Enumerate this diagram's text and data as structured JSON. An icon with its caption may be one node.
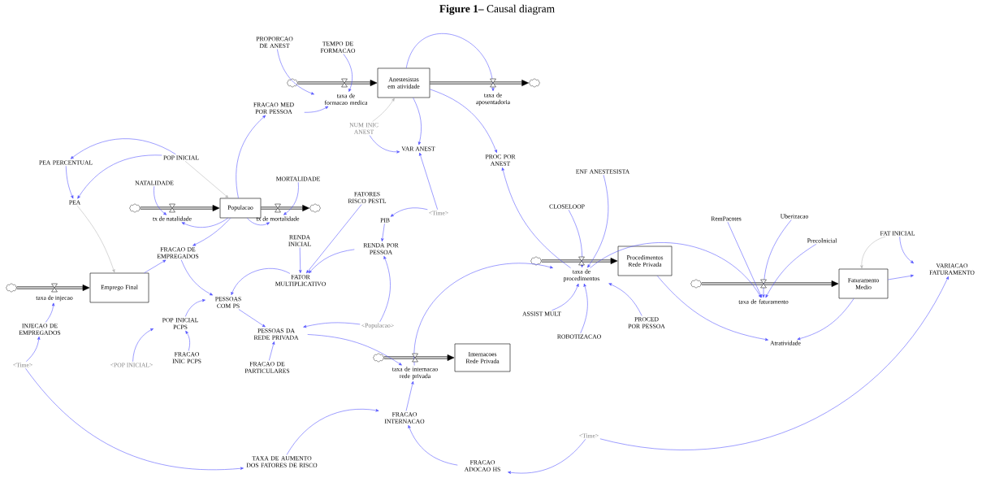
{
  "diagram": {
    "title": "**Figure 1–** Causal diagram",
    "nodes": [
      {
        "text": [
          "PROPORCAO DE ANEST"
        ]
      },
      {
        "text": [
          "TEMPO DE FORMACAO"
        ]
      },
      {
        "text": [],
        "shape": "cloud"
      },
      {
        "text": [
          "Anestesistas em atividade"
        ]
      },
      {
        "text": [],
        "shape": "cloud"
      },
      {
        "text": [
          "taxa de formacao medica"
        ]
      },
      {
        "text": [
          "taxa de aposentadoria"
        ]
      },
      {
        "text": [
          "FRACAO MED POR PESSOA"
        ]
      },
      {
        "text": [
          "NUM INIC ANEST"
        ]
      },
      {
        "text": [
          "VAR ANEST"
        ]
      },
      {
        "text": [
          "PEA PERCENTUAL"
        ]
      },
      {
        "text": [
          "POP INICIAL"
        ]
      },
      {
        "text": [
          "PROC POR ANEST"
        ]
      },
      {
        "text": [
          "ENF ANESTESISTA"
        ]
      },
      {
        "text": [
          "NATALIDADE"
        ]
      },
      {
        "text": [
          "MORTALIDADE"
        ]
      },
      {
        "text": [
          "FATORES RISCO PESTL"
        ]
      },
      {
        "text": [
          "PEA"
        ]
      },
      {
        "text": [],
        "shape": "cloud"
      },
      {
        "text": [
          "Populacao"
        ]
      },
      {
        "text": [],
        "shape": "cloud"
      },
      {
        "text": [
          "CLOSELOOP"
        ]
      },
      {
        "text": [
          "tx de natalidade"
        ]
      },
      {
        "text": [
          "tx de mortalidade"
        ]
      },
      {
        "text": [
          "<Time>"
        ]
      },
      {
        "text": [
          "RemPacotes"
        ]
      },
      {
        "text": [
          "Uberizacao"
        ]
      },
      {
        "text": [
          "PIB"
        ]
      },
      {
        "text": [
          "FAT INICIAL"
        ]
      },
      {
        "text": [
          "PrecoInicial"
        ]
      },
      {
        "text": [
          "RENDA INICIAL"
        ]
      },
      {
        "text": [
          "RENDA POR PESSOA"
        ]
      },
      {
        "text": [
          "FRACAO DE EMPREGADOS"
        ]
      },
      {
        "text": [],
        "shape": "cloud"
      },
      {
        "text": [
          "Procedimentos Rede Privada"
        ]
      },
      {
        "text": [
          "taxa de procedimentos"
        ]
      },
      {
        "text": [
          "VARIACAO FATURAMENTO"
        ]
      },
      {
        "text": [
          "FATOR MULTIPLICATIVO"
        ]
      },
      {
        "text": [],
        "shape": "cloud"
      },
      {
        "text": [
          "Faturamento Medio"
        ]
      },
      {
        "text": [],
        "shape": "cloud"
      },
      {
        "text": [
          "Emprego Final"
        ]
      },
      {
        "text": [
          "taxa de injecao"
        ]
      },
      {
        "text": [
          "taxa de faturamento"
        ]
      },
      {
        "text": [
          "PESSOAS COM PS"
        ]
      },
      {
        "text": [
          "ASSIST MULT"
        ]
      },
      {
        "text": [
          "POP INICIAL PCPS"
        ]
      },
      {
        "text": [
          "PROCED POR PESSOA"
        ]
      },
      {
        "text": [
          "<Populacao>"
        ]
      },
      {
        "text": [
          "INJECAO DE EMPREGADOS"
        ]
      },
      {
        "text": [
          "PESSOAS DA REDE PRIVADA"
        ]
      },
      {
        "text": [
          "ROBOTIZACAO"
        ]
      },
      {
        "text": [
          "Atratividade"
        ]
      },
      {
        "text": [],
        "shape": "cloud"
      },
      {
        "text": [
          "Internacoes Rede Privada"
        ]
      },
      {
        "text": [
          "<Time>"
        ]
      },
      {
        "text": [
          "<POP INICIAL>"
        ]
      },
      {
        "text": [
          "FRACAO INIC PCPS"
        ]
      },
      {
        "text": [
          "FRACAO DE PARTICULARES"
        ]
      },
      {
        "text": [
          "taxa de internacao rede privada"
        ]
      },
      {
        "text": [
          "FRACAO INTERNACAO"
        ]
      },
      {
        "text": [
          "<Time>"
        ]
      },
      {
        "text": [
          "TAXA DE AUMENTO DOS FATORES DE RISCO"
        ]
      },
      {
        "text": [
          "FRACAO ADOCAO HS"
        ]
      }
    ],
    "edges": [
      {
        "from": 2,
        "to": 3,
        "arrow": "to",
        "style": "thick",
        "color": "#000000"
      },
      {
        "from": 3,
        "to": 4,
        "arrow": "to",
        "style": "thick",
        "color": "#000000"
      },
      {
        "from": 18,
        "to": 19,
        "arrow": "to",
        "style": "thick",
        "color": "#000000"
      },
      {
        "from": 19,
        "to": 20,
        "arrow": "to",
        "style": "thick",
        "color": "#000000"
      },
      {
        "from": 40,
        "to": 41,
        "arrow": "to",
        "style": "thick",
        "color": "#000000"
      },
      {
        "from": 33,
        "to": 34,
        "arrow": "to",
        "style": "thick",
        "color": "#000000"
      },
      {
        "from": 38,
        "to": 39,
        "arrow": "to",
        "style": "thick",
        "color": "#000000"
      },
      {
        "from": 53,
        "to": 54,
        "arrow": "to",
        "style": "thick",
        "color": "#000000"
      },
      {
        "from": 0,
        "to": 5,
        "arrow": "to"
      },
      {
        "from": 1,
        "to": 5,
        "arrow": "to"
      },
      {
        "from": 7,
        "to": 5,
        "arrow": "to"
      },
      {
        "from": 3,
        "to": 6,
        "arrow": "to"
      },
      {
        "from": 8,
        "to": 3,
        "arrow": "to",
        "color": "#b4b4b4"
      },
      {
        "from": 3,
        "to": 9,
        "arrow": "to"
      },
      {
        "from": 8,
        "to": 9,
        "arrow": "to"
      },
      {
        "from": 3,
        "to": 12,
        "arrow": "to"
      },
      {
        "from": 24,
        "to": 9,
        "arrow": "to"
      },
      {
        "from": 24,
        "to": 27,
        "arrow": "to"
      },
      {
        "from": 35,
        "to": 12,
        "arrow": "to"
      },
      {
        "from": 11,
        "to": 10,
        "arrow": "to"
      },
      {
        "from": 11,
        "to": 17,
        "arrow": "to"
      },
      {
        "from": 10,
        "to": 17,
        "arrow": "to"
      },
      {
        "from": 11,
        "to": 19,
        "arrow": "to",
        "color": "#b4b4b4"
      },
      {
        "from": 17,
        "to": 41,
        "arrow": "to",
        "color": "#b4b4b4"
      },
      {
        "from": 14,
        "to": 22,
        "arrow": "to"
      },
      {
        "from": 19,
        "to": 22,
        "arrow": "to"
      },
      {
        "from": 15,
        "to": 23,
        "arrow": "to"
      },
      {
        "from": 19,
        "to": 23,
        "arrow": "to"
      },
      {
        "from": 19,
        "to": 7,
        "arrow": "to"
      },
      {
        "from": 19,
        "to": 32,
        "arrow": "to"
      },
      {
        "from": 41,
        "to": 32,
        "arrow": "to"
      },
      {
        "from": 32,
        "to": 44,
        "arrow": "to"
      },
      {
        "from": 37,
        "to": 44,
        "arrow": "to"
      },
      {
        "from": 30,
        "to": 37,
        "arrow": "to"
      },
      {
        "from": 16,
        "to": 37,
        "arrow": "to"
      },
      {
        "from": 31,
        "to": 37,
        "arrow": "to"
      },
      {
        "from": 27,
        "to": 31,
        "arrow": "to"
      },
      {
        "from": 48,
        "to": 31,
        "arrow": "to"
      },
      {
        "from": 48,
        "to": 50,
        "arrow": "to"
      },
      {
        "from": 46,
        "to": 44,
        "arrow": "to"
      },
      {
        "from": 56,
        "to": 46,
        "arrow": "to"
      },
      {
        "from": 57,
        "to": 46,
        "arrow": "to"
      },
      {
        "from": 44,
        "to": 50,
        "arrow": "to"
      },
      {
        "from": 58,
        "to": 50,
        "arrow": "to"
      },
      {
        "from": 50,
        "to": 59,
        "arrow": "to"
      },
      {
        "from": 55,
        "to": 49,
        "arrow": "to"
      },
      {
        "from": 49,
        "to": 42,
        "arrow": "to"
      },
      {
        "from": 55,
        "to": 62,
        "arrow": "to"
      },
      {
        "from": 62,
        "to": 60,
        "arrow": "to"
      },
      {
        "from": 60,
        "to": 59,
        "arrow": "to"
      },
      {
        "from": 63,
        "to": 60,
        "arrow": "to"
      },
      {
        "from": 61,
        "to": 63,
        "arrow": "to"
      },
      {
        "from": 61,
        "to": 36,
        "arrow": "to"
      },
      {
        "from": 59,
        "to": 35,
        "arrow": "to"
      },
      {
        "from": 21,
        "to": 35,
        "arrow": "to"
      },
      {
        "from": 13,
        "to": 35,
        "arrow": "to"
      },
      {
        "from": 45,
        "to": 35,
        "arrow": "to"
      },
      {
        "from": 51,
        "to": 35,
        "arrow": "to"
      },
      {
        "from": 47,
        "to": 35,
        "arrow": "to"
      },
      {
        "from": 35,
        "to": 43,
        "arrow": "to"
      },
      {
        "from": 25,
        "to": 43,
        "arrow": "to"
      },
      {
        "from": 26,
        "to": 43,
        "arrow": "to"
      },
      {
        "from": 29,
        "to": 43,
        "arrow": "to"
      },
      {
        "from": 34,
        "to": 52,
        "arrow": "to"
      },
      {
        "from": 39,
        "to": 52,
        "arrow": "to"
      },
      {
        "from": 28,
        "to": 39,
        "arrow": "to",
        "color": "#b4b4b4"
      },
      {
        "from": 28,
        "to": 36,
        "arrow": "to"
      },
      {
        "from": 39,
        "to": 36,
        "arrow": "to"
      }
    ]
  }
}
